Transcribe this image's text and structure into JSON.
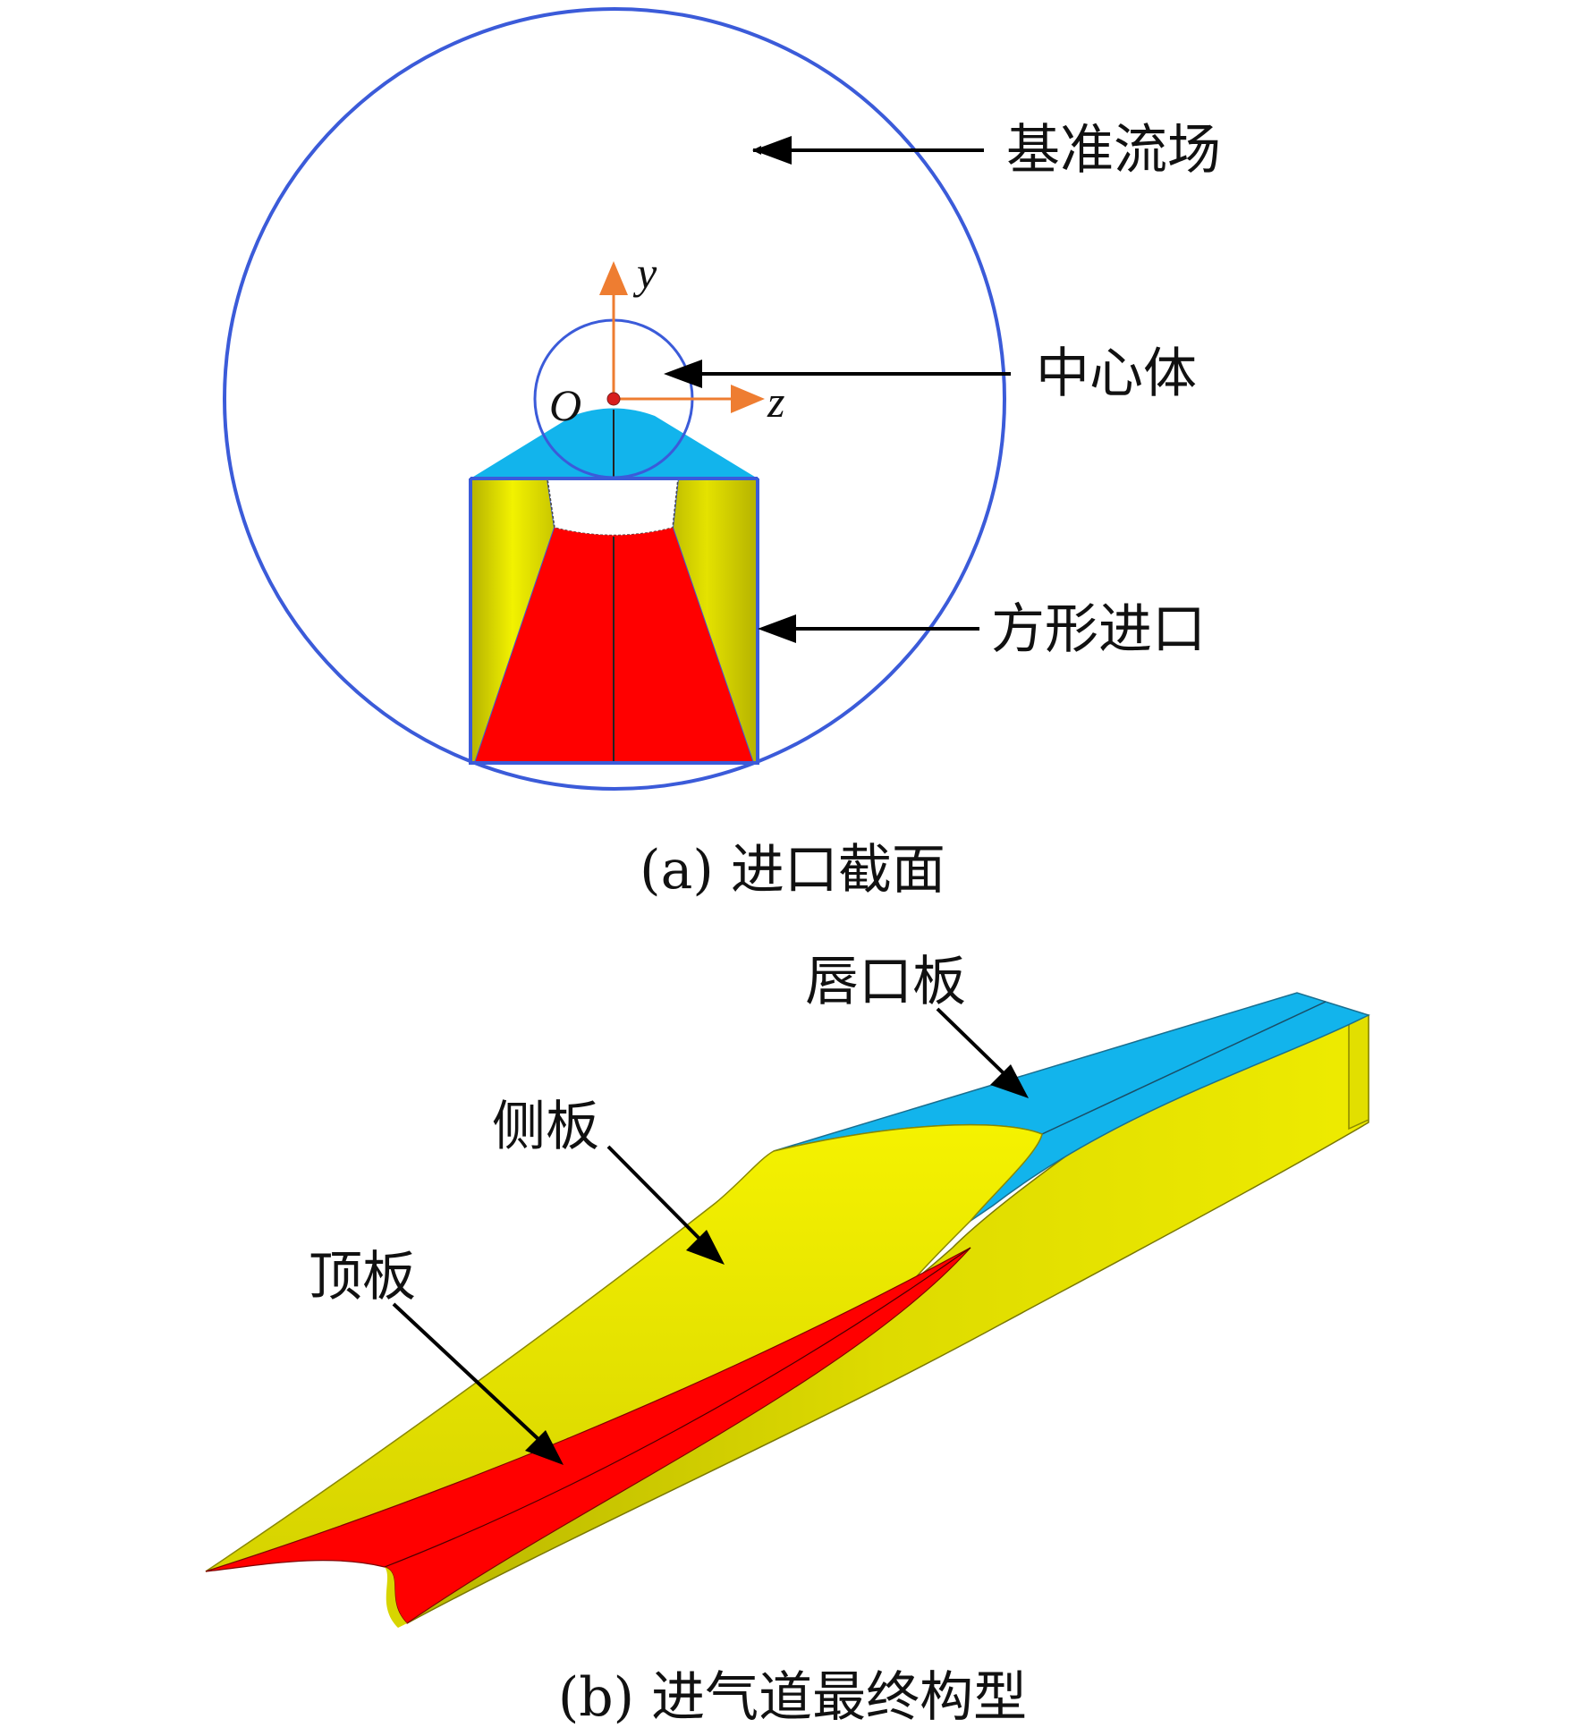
{
  "panel_a": {
    "caption": "(a) 进口截面",
    "labels": {
      "reference_flow_field": "基准流场",
      "center_body": "中心体",
      "square_inlet": "方形进口"
    },
    "axes": {
      "origin": "O",
      "y": "y",
      "z": "z"
    }
  },
  "panel_b": {
    "caption": "(b) 进气道最终构型",
    "labels": {
      "lip_plate": "唇口板",
      "side_plate": "侧板",
      "top_plate": "顶板"
    }
  },
  "colors": {
    "circle": "#3b5bd9",
    "axis": "#ee7d31",
    "origin_dot": "#d81e1e",
    "cyan": "#12b4ec",
    "yellow": "#e8e800",
    "red": "#ff0000",
    "arrow": "#000000"
  }
}
